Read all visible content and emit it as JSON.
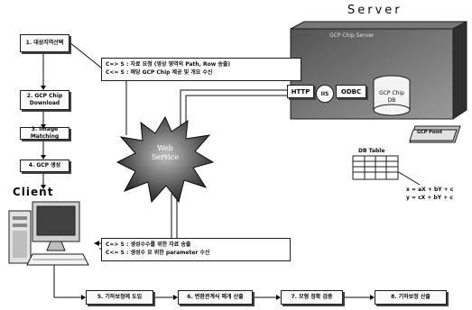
{
  "server": {
    "title": "Server",
    "container_label": "GCP Chip Server",
    "http_label": "HTTP",
    "iis_label": "IIS",
    "odbc_label": "ODBC",
    "db_label": "GCP Chip DB"
  },
  "client": {
    "title": "Client"
  },
  "web_service": {
    "label_line1": "Web",
    "label_line2": "Service"
  },
  "steps_left": [
    "1. 대상지역선택",
    "2. GCP Chip Download",
    "3. Image Matching",
    "4. GCP 생성"
  ],
  "notes_top": {
    "line1": "C=> S : 자료 요청 (영상 영역의 Path, Row 송출)",
    "line2": "C<= S : 해당 GCP Chip 제공 및 개요 수신"
  },
  "notes_bottom": {
    "line1": "C=> S : 생성수수를 위한 자료 송출",
    "line2": "C<= S : 생성수 요 위한 parameter 수신"
  },
  "db_table": {
    "label": "DB Table",
    "layer_label": "GCP Point"
  },
  "equations": {
    "line1": "x = aX + bY + c",
    "line2": "y = cX + bY + c"
  },
  "steps_bottom": [
    "5. 기하보정에 도입",
    "6. 변환관계식 매개 산출",
    "7. 모형 정확 검증",
    "8. 기하보정 산출"
  ]
}
